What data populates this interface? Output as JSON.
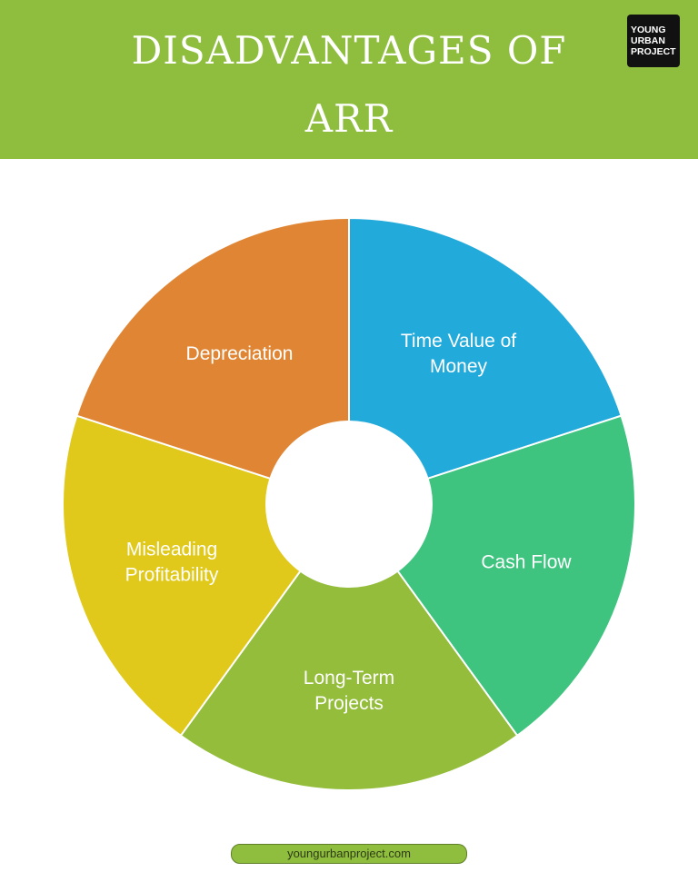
{
  "header": {
    "title_line1": "DISADVANTAGES OF",
    "title_line2": "ARR",
    "logo": [
      "YOUNG",
      "URBAN",
      "PROJECT"
    ]
  },
  "colors": {
    "header": "#8fbe3f"
  },
  "chart_data": {
    "type": "pie",
    "donut": true,
    "slices": [
      {
        "label": "Time Value of Money",
        "lines": [
          "Time Value of",
          "Money"
        ],
        "value": 20,
        "color": "#22aadb"
      },
      {
        "label": "Cash Flow",
        "lines": [
          "Cash Flow"
        ],
        "value": 20,
        "color": "#3ec47f"
      },
      {
        "label": "Long-Term Projects",
        "lines": [
          "Long-Term",
          "Projects"
        ],
        "value": 20,
        "color": "#93bd3a"
      },
      {
        "label": "Misleading Profitability",
        "lines": [
          "Misleading",
          "Profitability"
        ],
        "value": 20,
        "color": "#e0c91a"
      },
      {
        "label": "Depreciation",
        "lines": [
          "Depreciation"
        ],
        "value": 20,
        "color": "#e08533"
      }
    ]
  },
  "footer": {
    "url": "youngurbanproject.com"
  }
}
